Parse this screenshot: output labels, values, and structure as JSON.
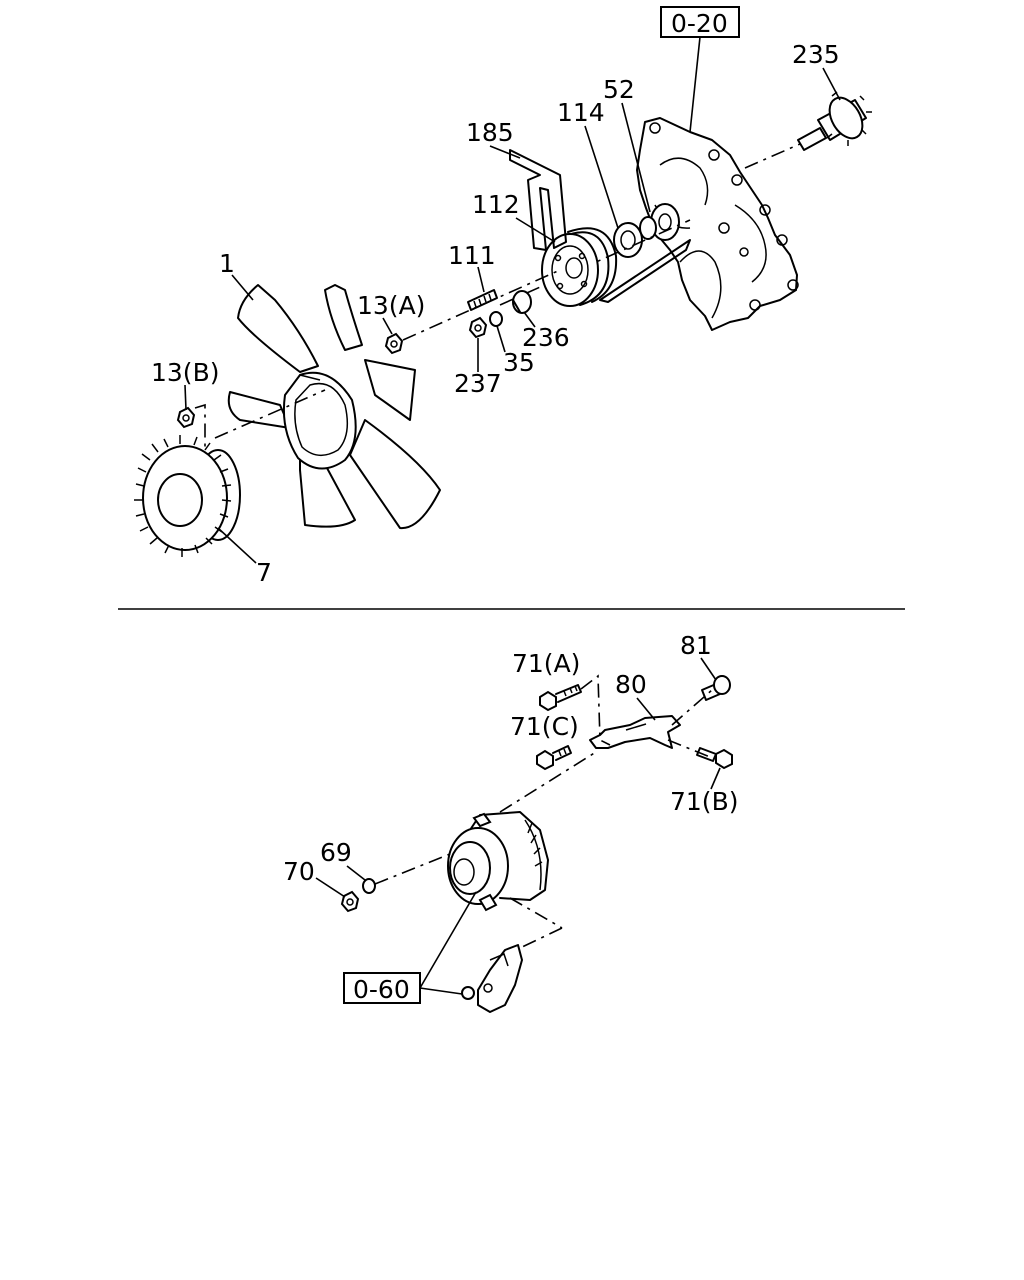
{
  "labels": {
    "ref_upper": "0-20",
    "ref_lower": "0-60",
    "p235": "235",
    "p52": "52",
    "p114": "114",
    "p185": "185",
    "p112": "112",
    "p111": "111",
    "p1": "1",
    "p13a": "13(A)",
    "p13b": "13(B)",
    "p236": "236",
    "p35": "35",
    "p237": "237",
    "p7": "7",
    "p81": "81",
    "p71a": "71(A)",
    "p80": "80",
    "p71c": "71(C)",
    "p71b": "71(B)",
    "p69": "69",
    "p70": "70"
  }
}
